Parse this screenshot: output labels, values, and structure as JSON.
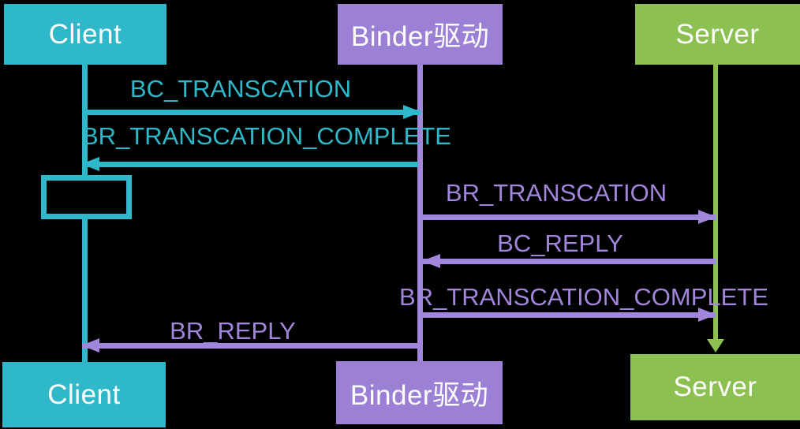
{
  "diagram": {
    "type": "sequence-diagram",
    "actors_top": [
      {
        "label": "Client"
      },
      {
        "label": "Binder驱动"
      },
      {
        "label": "Server"
      }
    ],
    "actors_bottom": [
      {
        "label": "Client"
      },
      {
        "label": "Binder驱动"
      },
      {
        "label": "Server"
      }
    ],
    "messages": [
      {
        "label": "BC_TRANSCATION",
        "from": "Client",
        "to": "Binder驱动",
        "direction": "right",
        "color": "teal"
      },
      {
        "label": "BR_TRANSCATION_COMPLETE",
        "from": "Binder驱动",
        "to": "Client",
        "direction": "left",
        "color": "teal"
      },
      {
        "label": "BR_TRANSCATION",
        "from": "Binder驱动",
        "to": "Server",
        "direction": "right",
        "color": "purple"
      },
      {
        "label": "BC_REPLY",
        "from": "Server",
        "to": "Binder驱动",
        "direction": "left",
        "color": "purple"
      },
      {
        "label": "BR_TRANSCATION_COMPLETE",
        "from": "Binder驱动",
        "to": "Server",
        "direction": "right",
        "color": "purple"
      },
      {
        "label": "BR_REPLY",
        "from": "Binder驱动",
        "to": "Client",
        "direction": "left",
        "color": "purple"
      }
    ],
    "colors": {
      "teal": "#2FB8C9",
      "purple_box": "#9B80D6",
      "purple_line": "#A286DC",
      "green": "#8CC152",
      "background": "#000000",
      "actor_text": "#FFFFFF"
    }
  }
}
